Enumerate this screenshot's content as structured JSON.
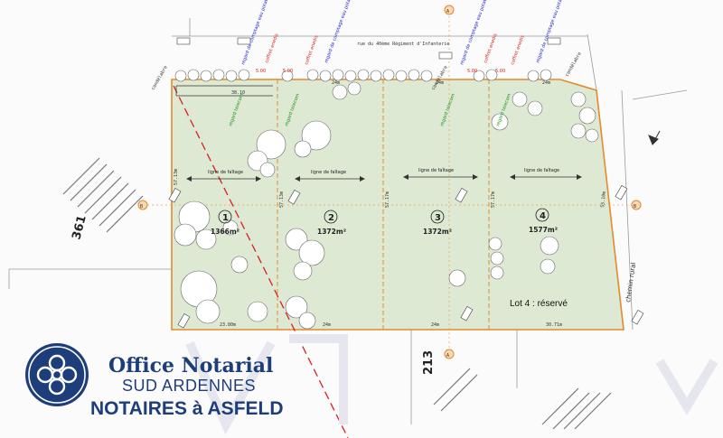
{
  "plan": {
    "street_label": "rue du 40ème Régiment d'Infanterie",
    "chemin_label": "chemin rural",
    "ridge_label": "ligne de faîtage",
    "lots": [
      {
        "number": "1",
        "area": "1366m²"
      },
      {
        "number": "2",
        "area": "1372m²"
      },
      {
        "number": "3",
        "area": "1372m²"
      },
      {
        "number": "4",
        "area": "1577m²"
      }
    ],
    "reserved_note": "Lot 4 : réservé",
    "parcel_left": "361",
    "parcel_bottom": "213",
    "marker_a": "A",
    "marker_b": "B",
    "front_offsets": [
      "5.00",
      "5.00",
      "5.00",
      "5.00"
    ],
    "side_dims": [
      "57.13m",
      "57.13m",
      "57.17m",
      "57.17m",
      "55.10m"
    ],
    "bottom_dims": [
      "23.80m",
      "24m",
      "24m",
      "30.71m"
    ],
    "top_dims": [
      "24m",
      "24m",
      "24m",
      "24m",
      "38.10"
    ],
    "utility_labels": {
      "regard_chaussee": "regard de comptage eau potable",
      "coffret": "coffret enedis",
      "regard_telecom": "regard telecom",
      "candelabre": "candélabre"
    }
  },
  "logo": {
    "title": "Office Notarial",
    "subtitle": "SUD ARDENNES",
    "tagline": "NOTAIRES à ASFELD"
  },
  "colors": {
    "lot_fill": "#dde9d2",
    "boundary": "#e38a2a",
    "brand_blue": "#1d3e7a"
  }
}
